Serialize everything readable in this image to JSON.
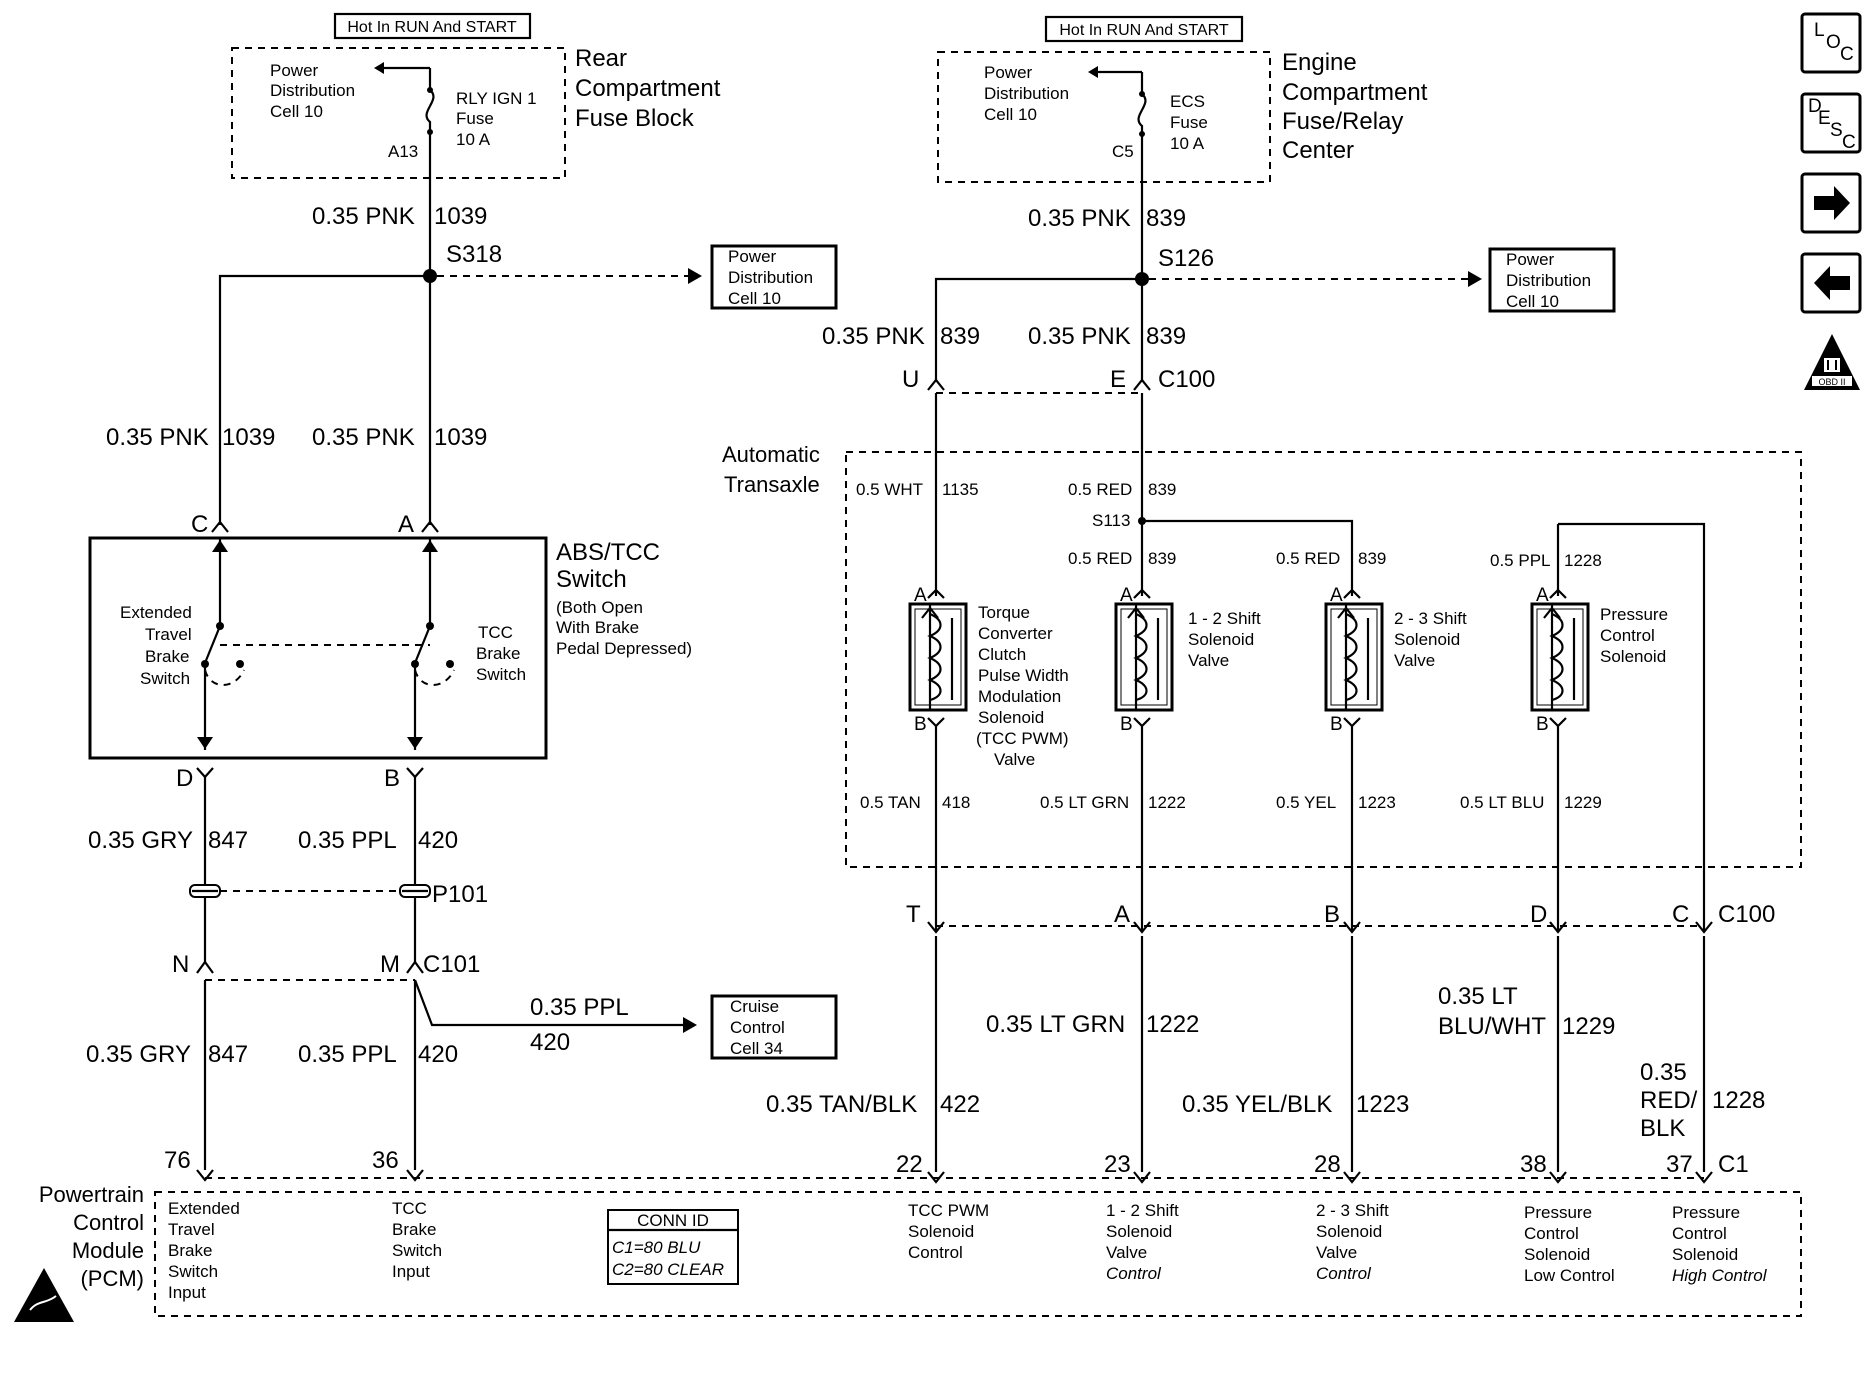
{
  "hot_left": "Hot In RUN And START",
  "hot_right": "Hot In RUN And START",
  "rear_block": {
    "title": [
      "Rear",
      "Compartment",
      "Fuse Block"
    ],
    "cell": [
      "Power",
      "Distribution",
      "Cell 10"
    ],
    "fuse": [
      "RLY IGN 1",
      "Fuse",
      "10 A"
    ],
    "pin": "A13"
  },
  "engine_block": {
    "title": [
      "Engine",
      "Compartment",
      "Fuse/Relay",
      "Center"
    ],
    "cell": [
      "Power",
      "Distribution",
      "Cell 10"
    ],
    "fuse": [
      "ECS",
      "Fuse",
      "10 A"
    ],
    "pin": "C5"
  },
  "left": {
    "w1039_top": "0.35 PNK",
    "w1039_num": "1039",
    "splice": "S318",
    "pd_ref": [
      "Power",
      "Distribution",
      "Cell 10"
    ],
    "w1039_c": "0.35 PNK",
    "w1039_c_num": "1039",
    "w1039_a": "0.35 PNK",
    "w1039_a_num": "1039",
    "pin_c": "C",
    "pin_a": "A",
    "switch_title": [
      "ABS/TCC",
      "Switch"
    ],
    "switch_note": [
      "(Both Open",
      "With Brake",
      "Pedal Depressed)"
    ],
    "ext_switch": [
      "Extended",
      "Travel",
      "Brake",
      "Switch"
    ],
    "tcc_switch": [
      "TCC",
      "Brake",
      "Switch"
    ],
    "pin_d": "D",
    "pin_b": "B",
    "w847_upper": "0.35 GRY",
    "w847_upper_num": "847",
    "w420_upper": "0.35 PPL",
    "w420_upper_num": "420",
    "p101": "P101",
    "pin_n": "N",
    "pin_m": "M",
    "c101": "C101",
    "cruise_wire": "0.35 PPL",
    "cruise_wire_num": "420",
    "cruise_ref": [
      "Cruise",
      "Control",
      "Cell 34"
    ],
    "w847_lower": "0.35 GRY",
    "w847_lower_num": "847",
    "w420_lower": "0.35 PPL",
    "w420_lower_num": "420",
    "pin76": "76",
    "pin36": "36"
  },
  "right": {
    "w839_top": "0.35 PNK",
    "w839_top_num": "839",
    "splice": "S126",
    "pd_ref": [
      "Power",
      "Distribution",
      "Cell 10"
    ],
    "w839_u": "0.35 PNK",
    "w839_u_num": "839",
    "w839_e": "0.35 PNK",
    "w839_e_num": "839",
    "pin_u": "U",
    "pin_e": "E",
    "c100_top": "C100",
    "trans_title": [
      "Automatic",
      "Transaxle"
    ],
    "wht": "0.5 WHT",
    "wht_num": "1135",
    "red1": "0.5 RED",
    "red1_num": "839",
    "s113": "S113",
    "red2": "0.5 RED",
    "red2_num": "839",
    "red3": "0.5 RED",
    "red3_num": "839",
    "ppl": "0.5 PPL",
    "ppl_num": "1228",
    "sol_a": "A",
    "sol_b": "B",
    "tcc_sol": [
      "Torque",
      "Converter",
      "Clutch",
      "Pulse Width",
      "Modulation",
      "Solenoid",
      "(TCC PWM)",
      "Valve"
    ],
    "shift12": [
      "1 - 2 Shift",
      "Solenoid",
      "Valve"
    ],
    "shift23": [
      "2 - 3 Shift",
      "Solenoid",
      "Valve"
    ],
    "pcs": [
      "Pressure",
      "Control",
      "Solenoid"
    ],
    "tan": "0.5 TAN",
    "tan_num": "418",
    "ltgrn": "0.5 LT GRN",
    "ltgrn_num": "1222",
    "yel": "0.5 YEL",
    "yel_num": "1223",
    "ltblu": "0.5 LT BLU",
    "ltblu_num": "1229",
    "pin_t": "T",
    "pin_a2": "A",
    "pin_b2": "B",
    "pin_d2": "D",
    "pin_c2": "C",
    "c100_bottom": "C100",
    "w422": "0.35 TAN/BLK",
    "w422_num": "422",
    "w1222": "0.35 LT GRN",
    "w1222_num": "1222",
    "w1223": "0.35 YEL/BLK",
    "w1223_num": "1223",
    "w1229": [
      "0.35 LT",
      "BLU/WHT"
    ],
    "w1229_num": "1229",
    "w1228": [
      "0.35",
      "RED/",
      "BLK"
    ],
    "w1228_num": "1228",
    "pin22": "22",
    "pin23": "23",
    "pin28": "28",
    "pin38": "38",
    "pin37": "37",
    "c1": "C1"
  },
  "pcm": {
    "title": [
      "Powertrain",
      "Control",
      "Module",
      "(PCM)"
    ],
    "ext_input": [
      "Extended",
      "Travel",
      "Brake",
      "Switch",
      "Input"
    ],
    "tcc_input": [
      "TCC",
      "Brake",
      "Switch",
      "Input"
    ],
    "conn_id": "CONN ID",
    "conn_lines": [
      "C1=80 BLU",
      "C2=80 CLEAR"
    ],
    "tcc_pwm": [
      "TCC PWM",
      "Solenoid",
      "Control"
    ],
    "shift12": [
      "1 - 2 Shift",
      "Solenoid",
      "Valve",
      "Control"
    ],
    "shift23": [
      "2 - 3 Shift",
      "Solenoid",
      "Valve",
      "Control"
    ],
    "pcs_low": [
      "Pressure",
      "Control",
      "Solenoid",
      "Low Control"
    ],
    "pcs_high": [
      "Pressure",
      "Control",
      "Solenoid",
      "High Control"
    ]
  },
  "nav": {
    "loc": [
      "L",
      "O",
      "C"
    ],
    "desc": [
      "D",
      "E",
      "S",
      "C"
    ],
    "obd": "OBD II"
  },
  "icons": [
    "loc-icon",
    "desc-icon",
    "arrow-right-icon",
    "arrow-left-icon",
    "obd-ii-icon",
    "esd-icon"
  ]
}
